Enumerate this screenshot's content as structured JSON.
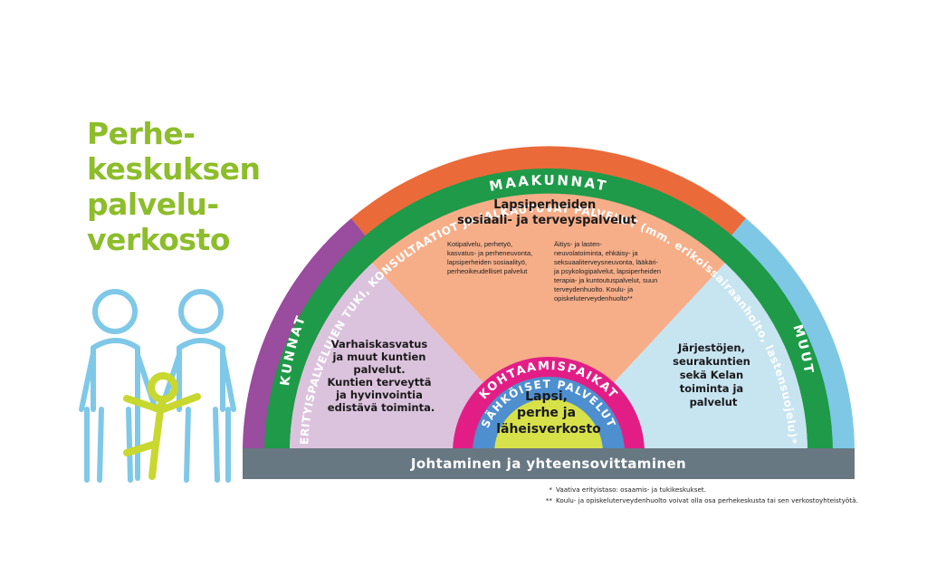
{
  "title_lines": [
    "Perhe-",
    "keskuksen",
    "palvelu-",
    "verkosto"
  ],
  "rings": {
    "maakunnat": "MAAKUNNAT",
    "kunnat": "KUNNAT",
    "muut": "MUUT",
    "erityis": "ERITYISPALVELUJEN TUKI, KONSULTAATIOT JA JALKAUTUVAT PALVELUT (mm. erikoissairaanhoito, lastensuojelu)*",
    "kohtaamispaikat": "KOHTAAMISPAIKAT",
    "sahkoiset": "SÄHKÖISET PALVELUT"
  },
  "center_lines": [
    "Lapsi,",
    "perhe ja",
    "läheisverkosto"
  ],
  "sectors": {
    "top": {
      "heading": [
        "Lapsiperheiden",
        "sosiaali- ja terveyspalvelut"
      ],
      "left_col": [
        "Kotipalvelu, perhetyö,",
        "kasvatus- ja perheneuvonta,",
        "lapsiperheiden sosiaalityö,",
        "perheoikeudelliset palvelut"
      ],
      "right_col": [
        "Äitiys- ja lasten-",
        "neuvolatoiminta, ehkäisy- ja",
        "seksuaaliterveysneuvonta, lääkäri-",
        "ja psykologipalvelut, lapsiperheiden",
        "terapia- ja kuntoutuspalvelut, suun",
        "terveydenhuolto. Koulu- ja",
        "opiskeluterveydenhuolto**"
      ]
    },
    "left": [
      "Varhaiskasvatus",
      "ja muut kuntien",
      "palvelut.",
      "Kuntien terveyttä",
      "ja hyvinvointia",
      "edistävä toiminta."
    ],
    "right": [
      "Järjestöjen,",
      "seurakuntien",
      "sekä Kelan",
      "toiminta ja",
      "palvelut"
    ]
  },
  "bottom_bar": "Johtaminen ja yhteensovittaminen",
  "footnotes": [
    {
      "mark": "*",
      "text": "Vaativa erityistaso: osaamis- ja tukikeskukset."
    },
    {
      "mark": "**",
      "text": "Koulu- ja opiskeluterveydenhuolto voivat olla osa perhekeskusta tai sen verkostoyhteistyötä."
    }
  ],
  "colors": {
    "maakunnat": "#ea6a3a",
    "kunnat": "#9a4c9e",
    "muut": "#7ec8e6",
    "erityis": "#1e9a48",
    "top_sector": "#f6ae89",
    "left_sector": "#dcc3dd",
    "right_sector": "#c7e4f1",
    "kohtaamispaikat": "#e21e86",
    "sahkoiset": "#4e8fcf",
    "center": "#d7e14a",
    "bar": "#687883",
    "title": "#8dbd2b",
    "family_blue": "#7fc8e8",
    "family_green": "#c9d82e"
  }
}
